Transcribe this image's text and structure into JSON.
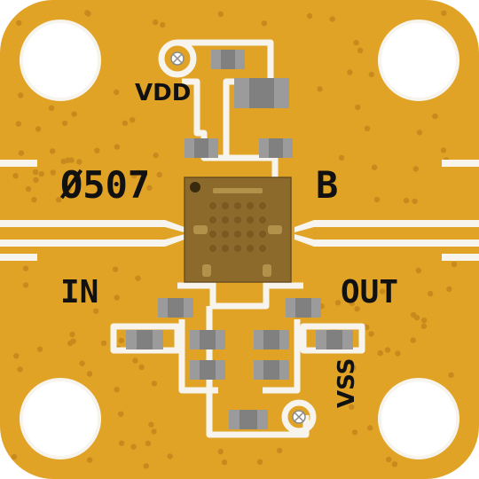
{
  "labels": {
    "supply_drain": "VDD",
    "part_code": "Ø507",
    "revision": "B",
    "input": "IN",
    "output": "OUT",
    "supply_source": "VSS"
  },
  "colors": {
    "substrate": "#e1a326",
    "trace": "#f7f4ee",
    "via": "#c88a1c",
    "component": "#808080",
    "component_light": "#b0b0b0",
    "chip": "#8b6a2c",
    "hole": "#ffffff",
    "text": "#111111"
  }
}
